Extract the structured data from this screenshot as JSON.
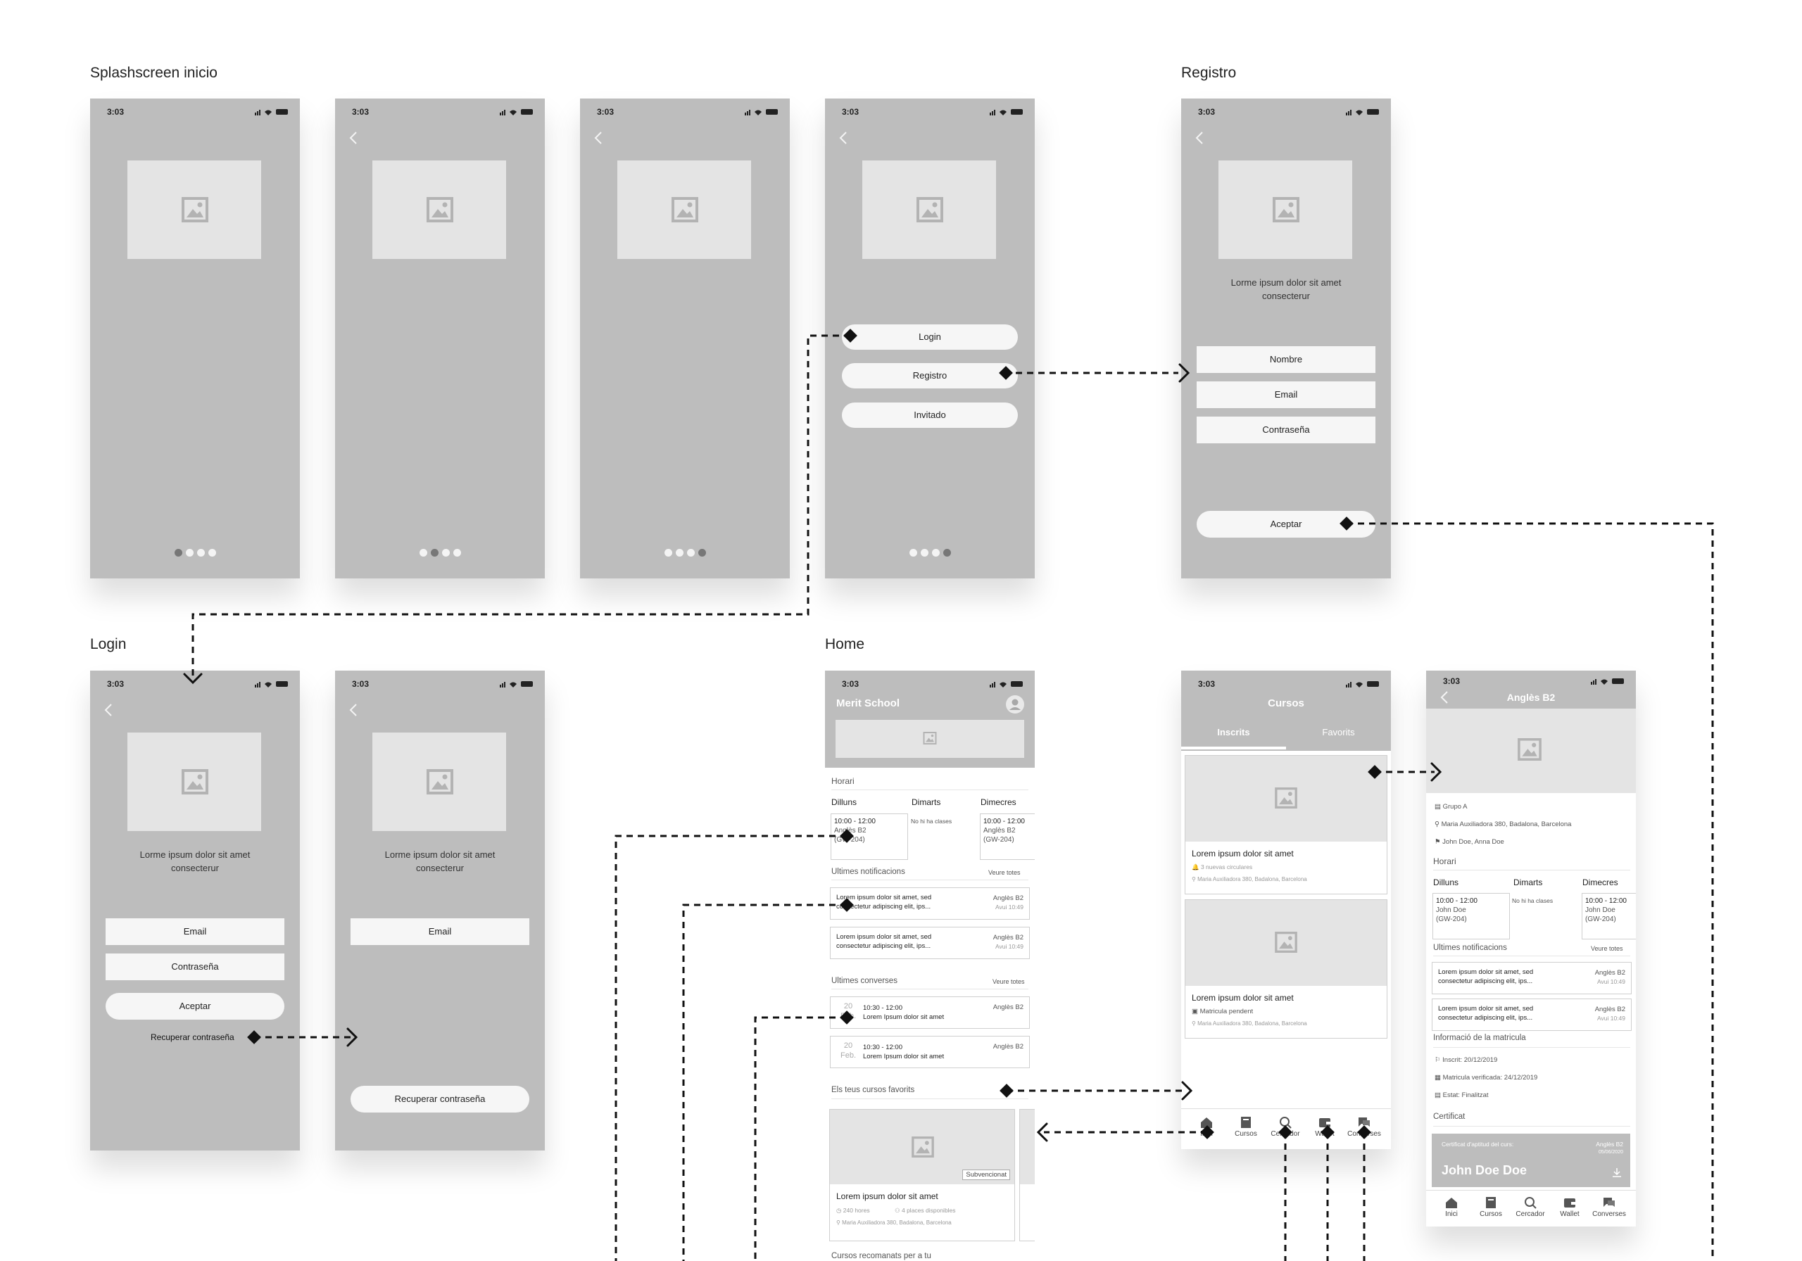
{
  "labels": {
    "splash": "Splashscreen inicio",
    "registro": "Registro",
    "login": "Login",
    "home": "Home"
  },
  "status_time": "3:03",
  "splash": {
    "buttons": {
      "login": "Login",
      "registro": "Registro",
      "invitado": "Invitado"
    }
  },
  "registro": {
    "desc_l1": "Lorme ipsum dolor sit amet",
    "desc_l2": "consecterur",
    "nombre": "Nombre",
    "email": "Email",
    "password": "Contraseña",
    "aceptar": "Aceptar"
  },
  "login": {
    "desc_l1": "Lorme ipsum dolor sit amet",
    "desc_l2": "consecterur",
    "email": "Email",
    "password": "Contraseña",
    "aceptar": "Aceptar",
    "recuperar": "Recuperar contraseña",
    "recuperar_btn": "Recuperar contraseña"
  },
  "home": {
    "school": "Merit School",
    "horari": "Horari",
    "days": [
      "Dilluns",
      "Dimarts",
      "Dimecres"
    ],
    "slot1": {
      "time": "10:00 - 12:00",
      "l2": "Anglès B2",
      "l3": "(GW-204)"
    },
    "no_classes": "No hi ha clases",
    "slot3": {
      "time": "10:00 - 12:00",
      "l2": "Anglès B2",
      "l3": "(GW-204)"
    },
    "notif_title": "Ultimes notificacions",
    "see_all": "Veure totes",
    "notifs": [
      {
        "l1": "Lorem ipsum dolor sit amet, sed",
        "l2": "consectetur adipiscing elit, ips...",
        "tag": "Anglès B2",
        "when": "Avui 10:49"
      },
      {
        "l1": "Lorem ipsum dolor sit amet, sed",
        "l2": "consectetur adipiscing elit, ips...",
        "tag": "Anglès B2",
        "when": "Avui 10:49"
      }
    ],
    "conv_title": "Ultimes converses",
    "convs": [
      {
        "day": "20",
        "month": "Feb.",
        "time": "10:30 - 12:00",
        "text": "Lorem Ipsum dolor sit amet",
        "tag": "Anglès B2"
      },
      {
        "day": "20",
        "month": "Feb.",
        "time": "10:30 - 12:00",
        "text": "Lorem Ipsum dolor sit amet",
        "tag": "Anglès B2"
      }
    ],
    "fav_title": "Els teus cursos favorits",
    "fav": {
      "badge": "Subvencionat",
      "title": "Lorem ipsum dolor sit amet",
      "hours": "240 hores",
      "places": "4 places disponibles",
      "address": "Maria Auxiliadora 380, Badalona, Barcelona"
    },
    "recom": "Cursos recomanats per a tu"
  },
  "cursos": {
    "title": "Cursos",
    "tab1": "Inscrits",
    "tab2": "Favorits",
    "card1": {
      "title": "Lorem ipsum dolor sit amet",
      "meta": "3 nuevas circulares",
      "address": "Maria Auxiliadora 380, Badalona, Barcelona"
    },
    "card2": {
      "title": "Lorem ipsum dolor sit amet",
      "meta": "Matricula pendent",
      "address": "Maria Auxiliadora 380, Badalona, Barcelona"
    }
  },
  "bottom_nav": [
    "Inici",
    "Cursos",
    "Cercador",
    "Wallet",
    "Converses"
  ],
  "angles": {
    "title": "Anglès B2",
    "grupo": "Grupo A",
    "address": "Maria Auxiliadora 380, Badalona, Barcelona",
    "teachers": "John Doe, Anna Doe",
    "horari": "Horari",
    "days": [
      "Dilluns",
      "Dimarts",
      "Dimecres"
    ],
    "slot1": {
      "time": "10:00 - 12:00",
      "l2": "John Doe",
      "l3": "(GW-204)"
    },
    "no_classes": "No hi ha clases",
    "slot3": {
      "time": "10:00 - 12:00",
      "l2": "John Doe",
      "l3": "(GW-204)"
    },
    "notif_title": "Ultimes notificacions",
    "see_all": "Veure totes",
    "notifs": [
      {
        "l1": "Lorem ipsum dolor sit amet, sed",
        "l2": "consectetur adipiscing elit, ips...",
        "tag": "Anglès B2",
        "when": "Avui 10:49"
      },
      {
        "l1": "Lorem ipsum dolor sit amet, sed",
        "l2": "consectetur adipiscing elit, ips...",
        "tag": "Anglès B2",
        "when": "Avui 10:49"
      }
    ],
    "matricula_title": "Informació de la matricula",
    "inscrit": "Inscrit: 20/12/2019",
    "verificada": "Matricula verificada: 24/12/2019",
    "estat": "Estat: Finalitzat",
    "cert_title": "Certificat",
    "cert_label": "Certificat d'aptitud del curs:",
    "cert_course": "Anglès B2",
    "cert_date": "05/06/2020",
    "cert_name": "John Doe Doe"
  }
}
